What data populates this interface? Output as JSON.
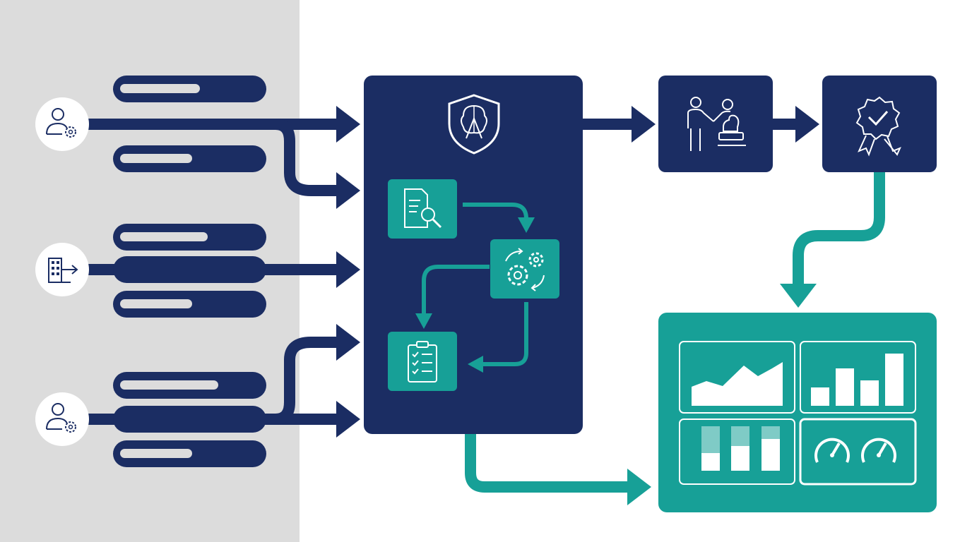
{
  "colors": {
    "navy": "#1b2d63",
    "teal": "#17a097",
    "teal_dark": "#12968c",
    "panel_gray": "#dcdcdc",
    "white": "#ffffff"
  },
  "sources": [
    {
      "icon": "user-gear-icon",
      "bars": [
        "bar",
        "bar"
      ]
    },
    {
      "icon": "building-export-icon",
      "bars": [
        "bar",
        "bar",
        "bar"
      ]
    },
    {
      "icon": "user-gear-icon",
      "bars": [
        "bar",
        "bar",
        "bar"
      ]
    }
  ],
  "processing_block": {
    "header_icon": "shield-brain-icon",
    "steps": [
      "document-search-icon",
      "gears-sync-icon",
      "checklist-icon"
    ]
  },
  "approval_block": {
    "icon": "handshake-stamp-icon"
  },
  "certification_block": {
    "icon": "award-badge-icon"
  },
  "dashboard": {
    "tiles": [
      "area-chart-icon",
      "bar-chart-icon",
      "stacked-bars-icon",
      "gauges-icon"
    ]
  }
}
